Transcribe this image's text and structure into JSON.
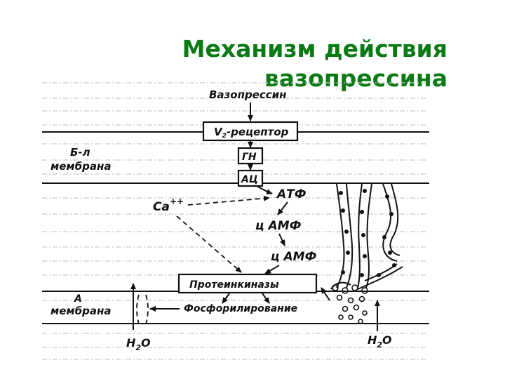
{
  "slide": {
    "title_line1": "Механизм действия",
    "title_line2": "вазопрессина",
    "title_color": "#0a7a14"
  },
  "diagram": {
    "vasopressin": "Вазопрессин",
    "receptor_v": "V",
    "receptor_sub": "2",
    "receptor_rest": "-рецептор",
    "gn": "ГН",
    "ac": "АЦ",
    "bl_membrane_line1": "Б-л",
    "bl_membrane_line2": "мембрана",
    "calcium": "Ca",
    "calcium_charge": "++",
    "atp": "АТФ",
    "camp_1": "ц АМФ",
    "camp_2": "ц АМФ",
    "protein_kinases": "Протеинкиназы",
    "a_membrane_line1": "А",
    "a_membrane_line2": "мембрана",
    "phosphorylation": "Фосфорилирование",
    "water_left": "H",
    "water_left_sub": "2",
    "water_left_o": "O",
    "water_right": "H",
    "water_right_sub": "2",
    "water_right_o": "O"
  }
}
